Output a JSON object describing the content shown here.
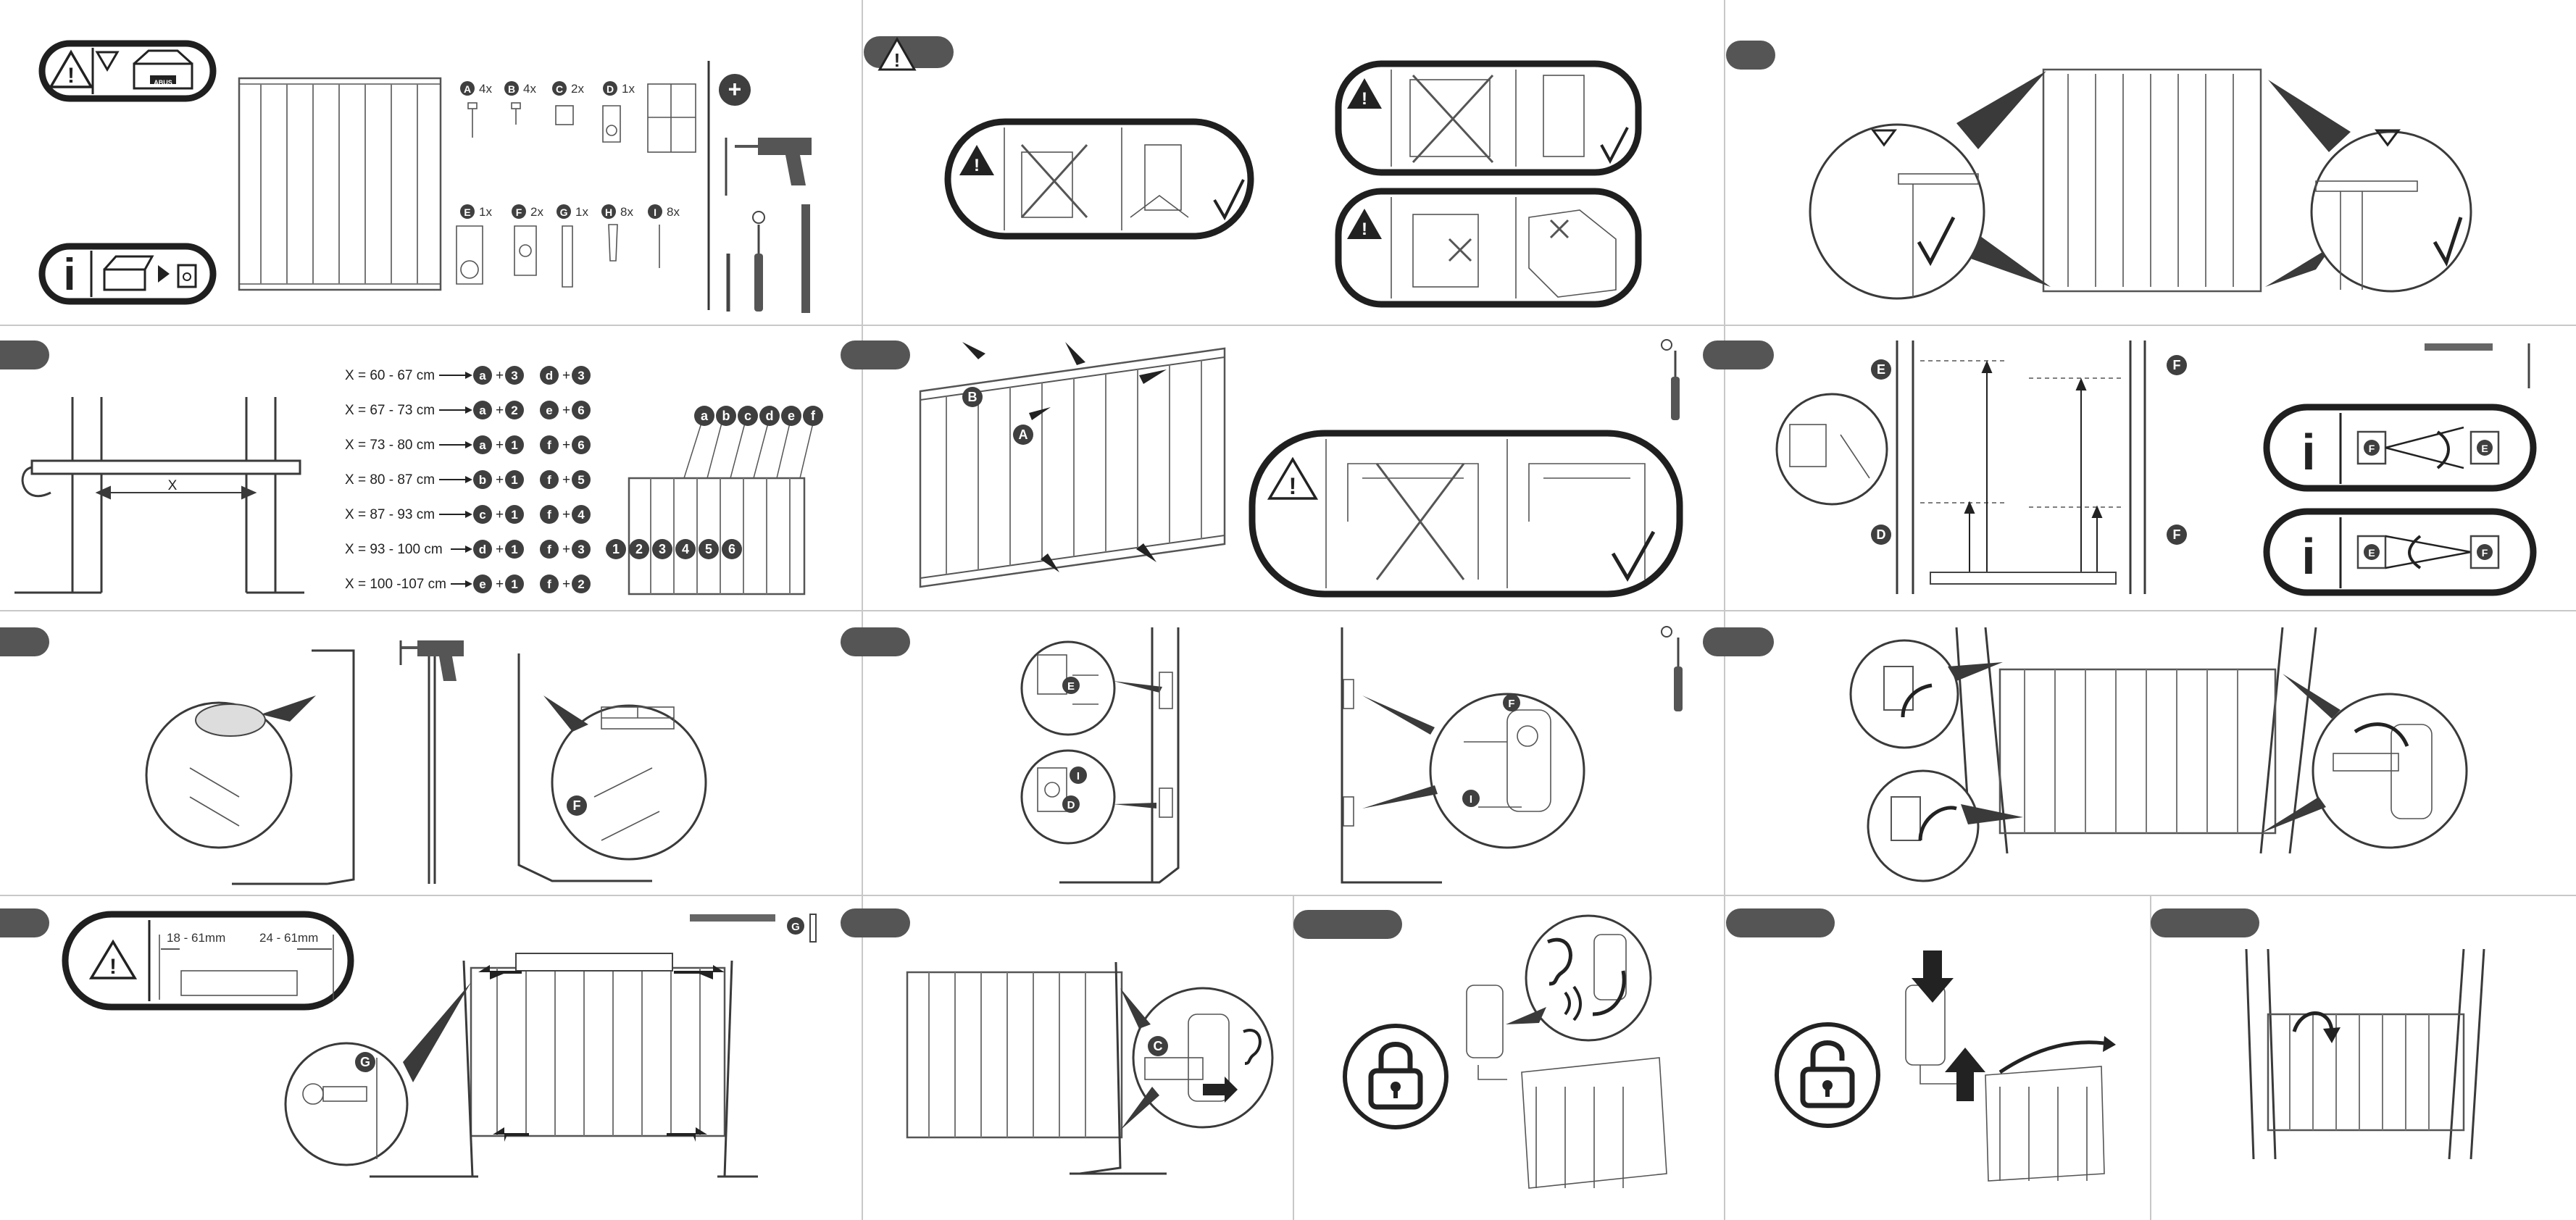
{
  "parts": {
    "A": {
      "letter": "A",
      "qty": "4x"
    },
    "B": {
      "letter": "B",
      "qty": "4x"
    },
    "C": {
      "letter": "C",
      "qty": "2x"
    },
    "D": {
      "letter": "D",
      "qty": "1x"
    },
    "E": {
      "letter": "E",
      "qty": "1x"
    },
    "F": {
      "letter": "F",
      "qty": "2x"
    },
    "G": {
      "letter": "G",
      "qty": "1x"
    },
    "H": {
      "letter": "H",
      "qty": "8x"
    },
    "I": {
      "letter": "I",
      "qty": "8x"
    }
  },
  "brand": "ABUS",
  "width_table": [
    {
      "range": "X = 60 - 67 cm",
      "e1": "a",
      "n1": "3",
      "e2": "d",
      "n2": "3"
    },
    {
      "range": "X = 67 - 73 cm",
      "e1": "a",
      "n1": "2",
      "e2": "e",
      "n2": "6"
    },
    {
      "range": "X = 73 - 80 cm",
      "e1": "a",
      "n1": "1",
      "e2": "f",
      "n2": "6"
    },
    {
      "range": "X = 80 - 87 cm",
      "e1": "b",
      "n1": "1",
      "e2": "f",
      "n2": "5"
    },
    {
      "range": "X = 87 - 93 cm",
      "e1": "c",
      "n1": "1",
      "e2": "f",
      "n2": "4"
    },
    {
      "range": "X = 93 - 100 cm",
      "e1": "d",
      "n1": "1",
      "e2": "f",
      "n2": "3"
    },
    {
      "range": "X = 100 -107 cm",
      "e1": "e",
      "n1": "1",
      "e2": "f",
      "n2": "2"
    }
  ],
  "measure_label": "X",
  "extension_letters": [
    "a",
    "b",
    "c",
    "d",
    "e",
    "f"
  ],
  "extension_numbers": [
    "1",
    "2",
    "3",
    "4",
    "5",
    "6"
  ],
  "gap_left": "18 - 61mm",
  "gap_right": "24 - 61mm",
  "info_symbol": "i",
  "plus_symbol": "+",
  "step5_labels": {
    "e": "E",
    "d": "D",
    "f1": "F",
    "f2": "F"
  },
  "step5_info": {
    "box1_left": "F",
    "box1_right": "E",
    "box2_left": "E",
    "box2_right": "F"
  },
  "step7_labels": {
    "e": "E",
    "i1": "I",
    "d": "D",
    "f": "F",
    "i2": "I"
  },
  "step6_label": "F",
  "step9_labels": {
    "g": "G",
    "g_tool": "G"
  },
  "step10_label": "C",
  "step4_labels": {
    "a": "A",
    "b": "B"
  },
  "colors": {
    "pill": "#555555",
    "dark": "#3f3f3f",
    "grid": "#c8c8c8"
  }
}
